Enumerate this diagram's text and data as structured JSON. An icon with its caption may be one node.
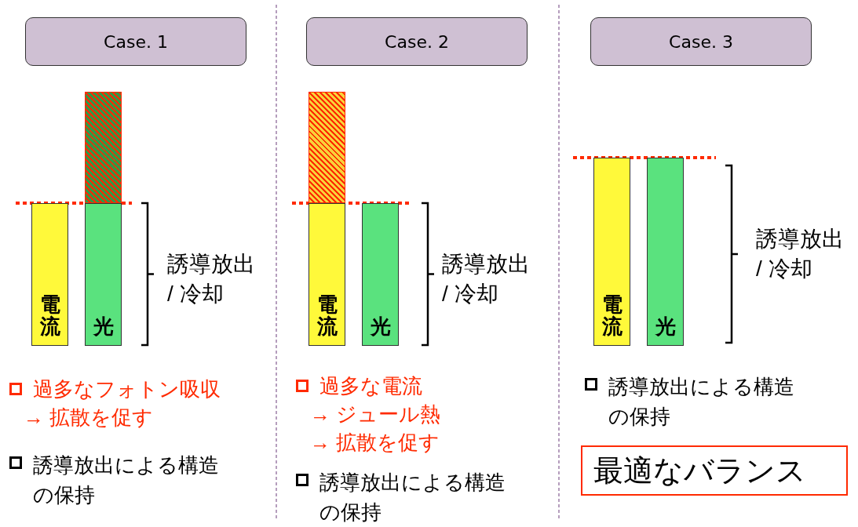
{
  "diagram": {
    "nodes": [
      {
        "text": [
          "Case. 1"
        ]
      },
      {
        "text": [
          "Case. 2"
        ]
      },
      {
        "text": [
          "Case. 3"
        ]
      },
      {
        "text": [],
        "shape": "bar"
      },
      {
        "text": [
          "電流"
        ]
      },
      {
        "text": [
          "光"
        ]
      },
      {
        "text": [],
        "shape": "bar"
      },
      {
        "text": [
          "電流"
        ]
      },
      {
        "text": [
          "光"
        ]
      },
      {
        "text": [
          "電流"
        ]
      },
      {
        "text": [
          "光"
        ]
      },
      {
        "text": [
          "最適なバランス"
        ]
      }
    ],
    "labels": [
      "誘導放出 / 冷却",
      "過多なフォトン吸収",
      "→ 拡散を促す",
      "誘導放出による構造の保持",
      "誘導放出 / 冷却",
      "過多な電流",
      "→ ジュール熱",
      "→ 拡散を促す",
      "誘導放出による構造の保持",
      "誘導放出 / 冷却",
      "誘導放出による構造の保持"
    ]
  }
}
